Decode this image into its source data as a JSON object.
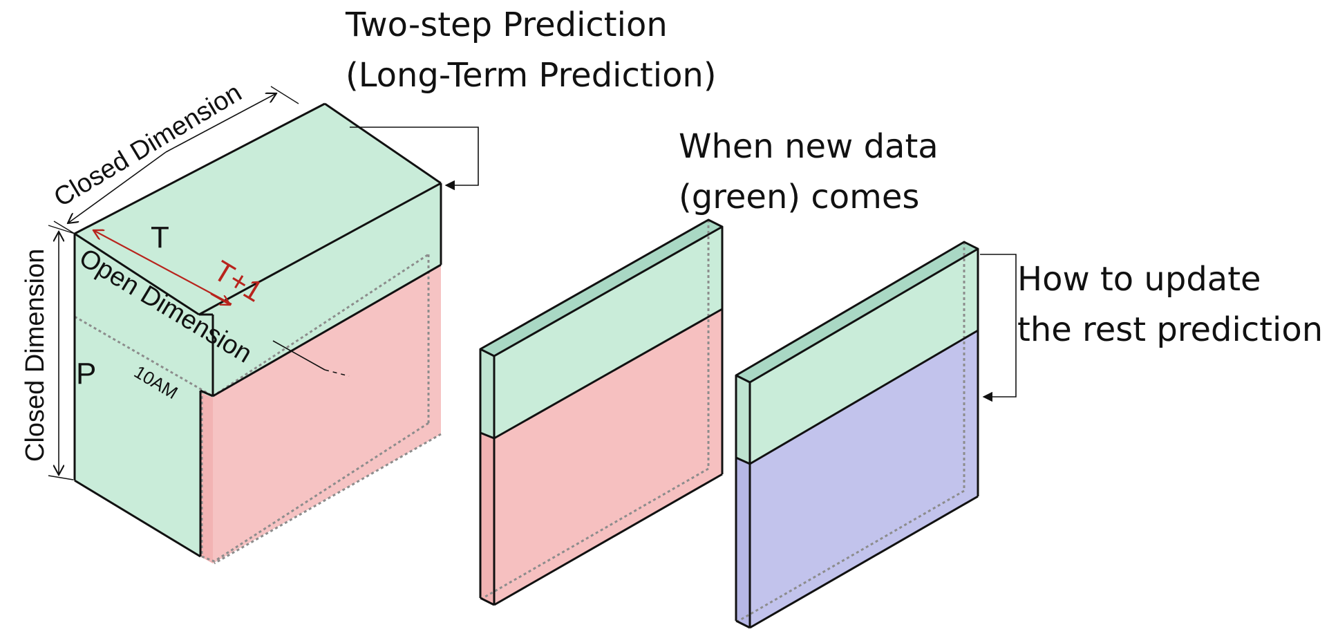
{
  "labels": {
    "two_step_line1": "Two-step Prediction",
    "two_step_line2": "(Long-Term Prediction)",
    "new_data_line1": "When new data",
    "new_data_line2": "(green) comes",
    "update_line1": "How to update",
    "update_line2": "the rest prediction",
    "closed_dimension_top": "Closed Dimension",
    "closed_dimension_left": "Closed Dimension",
    "open_dimension": "Open Dimension",
    "t_label": "T",
    "t_plus_1": "T+1",
    "p_label": "P",
    "ten_am": "10AM"
  },
  "colors": {
    "green": "#c9ecd9",
    "green_dark": "#a9d8c4",
    "red": "#f6c0c0",
    "blue": "#c2c3ec",
    "edge": "#111111",
    "dotted": "#8c8c8c",
    "accent_red": "#b8241d"
  }
}
